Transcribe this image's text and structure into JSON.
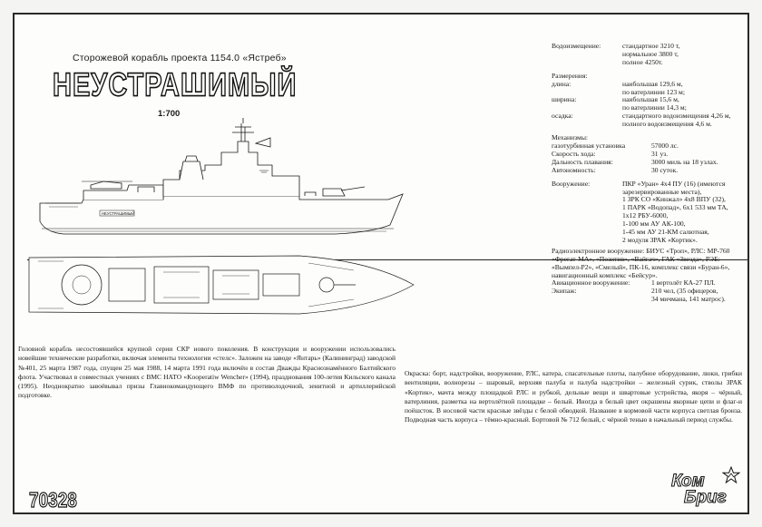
{
  "header": {
    "subtitle": "Сторожевой корабль проекта 1154.0 «Ястреб»",
    "ship_name": "НЕУСТРАШИМЫЙ",
    "scale": "1:700"
  },
  "side_view": {
    "hull_name_plate": "НЕУСТРАШИМЫЙ"
  },
  "specs": {
    "displacement": {
      "label": "Водоизмещение:",
      "lines": [
        "стандартное 3210 т,",
        "нормальное 3800 т,",
        "полное 4250т."
      ]
    },
    "dimensions_label": "Размерения:",
    "length": {
      "label": "длина:",
      "lines": [
        "наибольшая 129,6 м,",
        "по ватерлинии 123 м;"
      ]
    },
    "beam": {
      "label": "ширина:",
      "lines": [
        "наибольшая 15,6 м,",
        "по ватерлинии 14,3 м;"
      ]
    },
    "draft": {
      "label": "осадка:",
      "lines": [
        "стандартного водоизмещения 4,26 м,",
        "полного водоизмещения 4,6 м."
      ]
    },
    "machinery": {
      "label": "Механизмы:",
      "sub_label": "газотурбинная установка",
      "value": "57000 лс."
    },
    "speed": {
      "label": "Скорость хода:",
      "value": "31 уз."
    },
    "range": {
      "label": "Дальность плавания:",
      "value": "3000 миль на 18 узлах."
    },
    "autonomy": {
      "label": "Автономность:",
      "value": "30 суток."
    },
    "armament": {
      "label": "Вооружение:",
      "lines": [
        "ПКР «Уран» 4х4 ПУ (16) (имеются",
        "зарезервированные места),",
        "1 ЗРК СО «Кинжал» 4х8 ВПУ (32),",
        "1 ПАРК «Водопад», 6х1 533 мм ТА,",
        "1х12 РБУ-6000,",
        "1-100 мм АУ АК-100,",
        "1-45 мм АУ 21-КМ салютная,",
        "2 модуля ЗРАК «Кортик»."
      ]
    },
    "electronics": {
      "lines": [
        "Радиоэлектронное вооружение: БИУС «Троп», РЛС: МР-760",
        "«Фрегат-МА», «Позитив», «Вайгач», ГАК «Звезда», РЭБ:",
        "«Вымпел-Р2», «Смелый», ПК-16, комплекс связи «Буран-6»,",
        "навигационный комплекс «Бейсур»."
      ]
    },
    "aviation": {
      "label": "Авиационное вооружение:",
      "value": "1 вертолёт КА-27 ПЛ."
    },
    "crew": {
      "label": "Экипаж:",
      "lines": [
        "210 чел, (35 офицеров,",
        "34 мичмана, 141 матрос)."
      ]
    }
  },
  "description": {
    "history": "Головной корабль несостоявшейся крупной серии СКР нового поколения. В конструкции и вооружении использовались новейшие технические разработки, включая элементы технологии «стелс». Заложен на заводе «Янтарь» (Калининград) заводской №401, 25 марта 1987 года, спущен 25 мая 1988, 14 марта 1991 года включён в состав Дважды Краснознамённого Балтийского флота. Участвовал в совместных учениях с ВМС НАТО «Kooperatiw Wencher» (1994), празднования 100-летия Кильского канала (1995). Неоднократно завоёвывал призы Главнокомандующего ВМФ по противолодочной, зенитной и артиллерийской подготовке.",
    "paint": "Окраска: борт, надстройки, вооружение, РЛС, катера, спасательные плоты, палубное оборудование, люки, грибки вентиляции, волнорезы – шаровый, верхняя палуба и палуба надстройки – железный сурик, стволы ЗРАК «Кортик», мачта между площадкой РЛС и рубкой, дельные вещи и швартовые устройства, якоря – чёрный, ватерлиния, разметка на вертолётной площадке – белый. Иногда в белый цвет окрашены якорные цепи и флаг-и поёшсток. В носовой части красные звёзды с белой обводкой. Название в кормовой части корпуса светлая бронза. Подводная часть корпуса – тёмно-красный. Бортовой № 712 белый, с чёрной тенью в начальный период службы."
  },
  "footer": {
    "product_code": "70328",
    "logo_line1": "Ком",
    "logo_line2": "Бриг"
  },
  "icons": [
    "ship-side-profile-drawing",
    "ship-plan-view-drawing",
    "kombrig-logo-star-icon"
  ]
}
